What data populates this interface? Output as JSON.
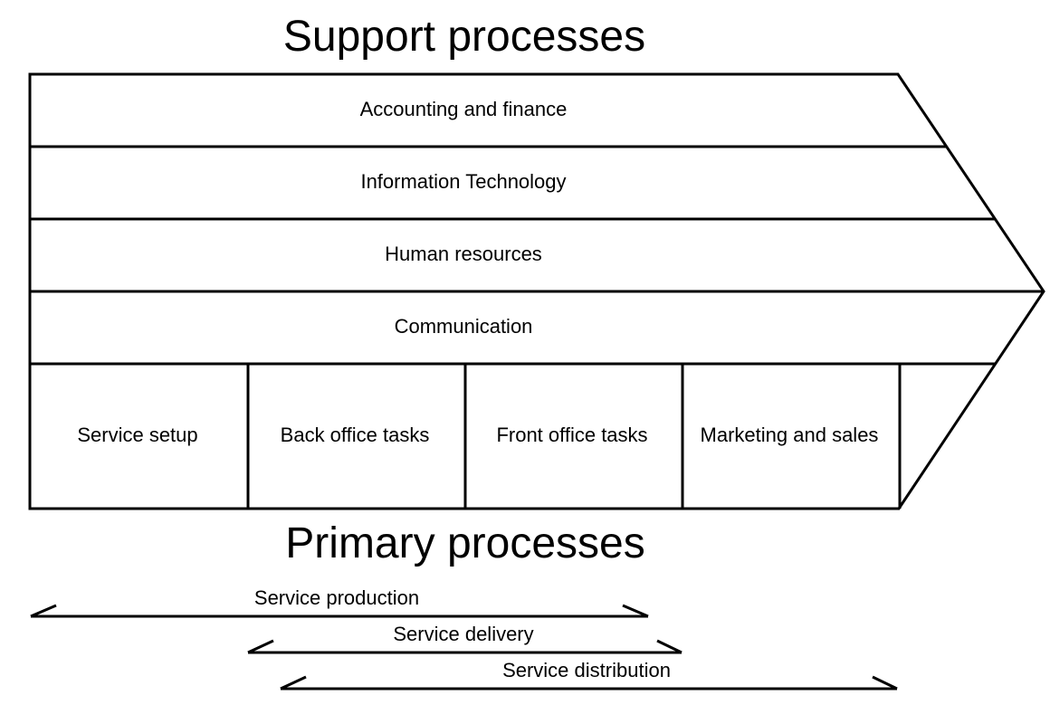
{
  "titles": {
    "support": "Support processes",
    "primary": "Primary processes"
  },
  "support_processes": [
    "Accounting and finance",
    "Information Technology",
    "Human resources",
    "Communication"
  ],
  "primary_processes": [
    "Service setup",
    "Back office tasks",
    "Front office tasks",
    "Marketing and sales"
  ],
  "spans": [
    {
      "label": "Service production"
    },
    {
      "label": "Service delivery"
    },
    {
      "label": "Service distribution"
    }
  ],
  "colors": {
    "line": "#000000",
    "background": "#ffffff"
  }
}
